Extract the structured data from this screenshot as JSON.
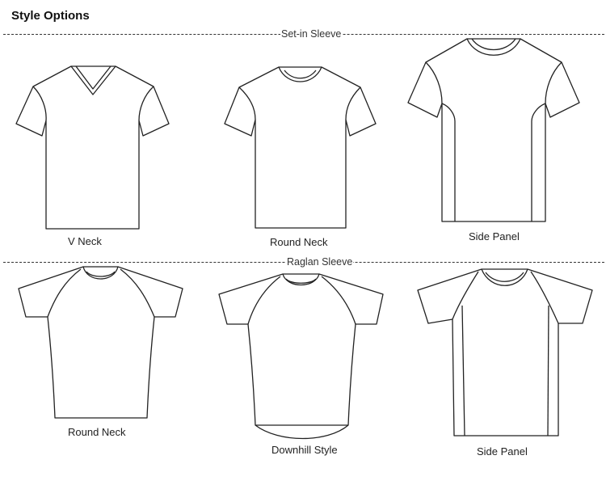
{
  "header": {
    "title": "Style Options"
  },
  "sections": [
    {
      "label": "Set-in Sleeve",
      "items": [
        {
          "caption": "V Neck",
          "icon": "tshirt-set-in-v-neck-icon"
        },
        {
          "caption": "Round Neck",
          "icon": "tshirt-set-in-round-neck-icon"
        },
        {
          "caption": "Side Panel",
          "icon": "tshirt-set-in-side-panel-icon"
        }
      ]
    },
    {
      "label": "Raglan Sleeve",
      "items": [
        {
          "caption": "Round Neck",
          "icon": "tshirt-raglan-round-neck-icon"
        },
        {
          "caption": "Downhill Style",
          "icon": "tshirt-raglan-downhill-icon"
        },
        {
          "caption": "Side Panel",
          "icon": "tshirt-raglan-side-panel-icon"
        }
      ]
    }
  ],
  "colors": {
    "stroke": "#222222",
    "background": "#ffffff"
  }
}
